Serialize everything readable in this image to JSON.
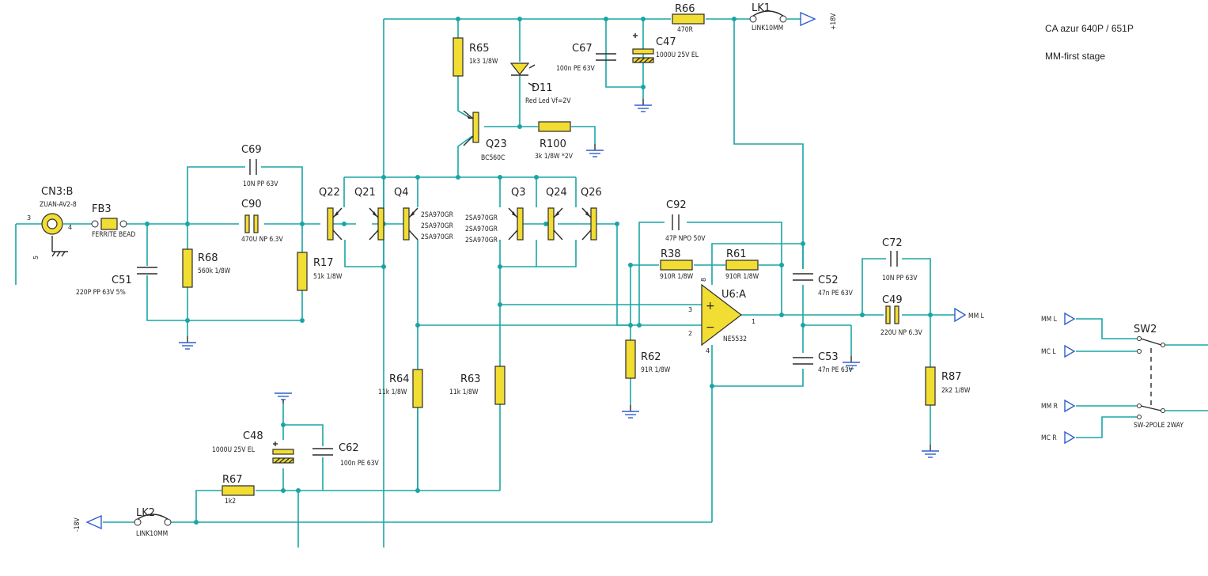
{
  "notes": {
    "model": "CA azur 640P / 651P",
    "stage": "MM-first stage"
  },
  "connectors": {
    "cn3": {
      "ref": "CN3:B",
      "value": "ZUAN-AV2-8",
      "pin_in": "3",
      "pin_out": "4",
      "pin_gnd": "5"
    },
    "fb3": {
      "ref": "FB3",
      "value": "FERRITE BEAD"
    },
    "lk1": {
      "ref": "LK1",
      "value": "LINK10MM"
    },
    "lk2": {
      "ref": "LK2",
      "value": "LINK10MM"
    }
  },
  "rails": {
    "positive": "+18V",
    "negative": "-18V"
  },
  "resistors": {
    "r65": {
      "ref": "R65",
      "value": "1k3 1/8W"
    },
    "r66": {
      "ref": "R66",
      "value": "470R"
    },
    "r100": {
      "ref": "R100",
      "value": "3k 1/8W *2V"
    },
    "r68": {
      "ref": "R68",
      "value": "560k 1/8W"
    },
    "r17": {
      "ref": "R17",
      "value": "51k 1/8W"
    },
    "r38": {
      "ref": "R38",
      "value": "910R 1/8W"
    },
    "r61": {
      "ref": "R61",
      "value": "910R 1/8W"
    },
    "r62": {
      "ref": "R62",
      "value": "91R 1/8W"
    },
    "r64": {
      "ref": "R64",
      "value": "11k 1/8W"
    },
    "r63": {
      "ref": "R63",
      "value": "11k 1/8W"
    },
    "r67": {
      "ref": "R67",
      "value": "1k2"
    },
    "r87": {
      "ref": "R87",
      "value": "2k2 1/8W"
    }
  },
  "capacitors": {
    "c67": {
      "ref": "C67",
      "value": "100n PE 63V"
    },
    "c47": {
      "ref": "C47",
      "value": "1000U 25V EL"
    },
    "c69": {
      "ref": "C69",
      "value": "10N PP 63V"
    },
    "c90": {
      "ref": "C90",
      "value": "470U NP 6.3V"
    },
    "c51": {
      "ref": "C51",
      "value": "220P PP 63V 5%"
    },
    "c92": {
      "ref": "C92",
      "value": "47P NPO 50V"
    },
    "c52": {
      "ref": "C52",
      "value": "47n PE 63V"
    },
    "c53": {
      "ref": "C53",
      "value": "47n PE 63V"
    },
    "c72": {
      "ref": "C72",
      "value": "10N PP 63V"
    },
    "c49": {
      "ref": "C49",
      "value": "220U NP 6.3V"
    },
    "c48": {
      "ref": "C48",
      "value": "1000U 25V EL"
    },
    "c62": {
      "ref": "C62",
      "value": "100n PE 63V"
    }
  },
  "semiconductors": {
    "d11": {
      "ref": "D11",
      "value": "Red Led Vf=2V"
    },
    "q23": {
      "ref": "Q23",
      "value": "BC560C"
    },
    "q22": {
      "ref": "Q22"
    },
    "q21": {
      "ref": "Q21"
    },
    "q4": {
      "ref": "Q4"
    },
    "q3": {
      "ref": "Q3"
    },
    "q24": {
      "ref": "Q24"
    },
    "q26": {
      "ref": "Q26"
    },
    "pnp_part": "2SA970GR",
    "u6": {
      "ref": "U6:A",
      "value": "NE5532",
      "pin_plus": "3",
      "pin_minus": "2",
      "pin_out": "1",
      "pin_vplus": "8",
      "pin_vminus": "4"
    }
  },
  "outputs": {
    "mm_l": "MM L"
  },
  "switch": {
    "ref": "SW2",
    "value": "SW-2POLE 2WAY",
    "inputs": [
      "MM L",
      "MC L",
      "MM R",
      "MC R"
    ]
  },
  "colors": {
    "wire": "#1aa5a5",
    "component": "#f2dd33",
    "ground_power": "#2f5fd0"
  }
}
